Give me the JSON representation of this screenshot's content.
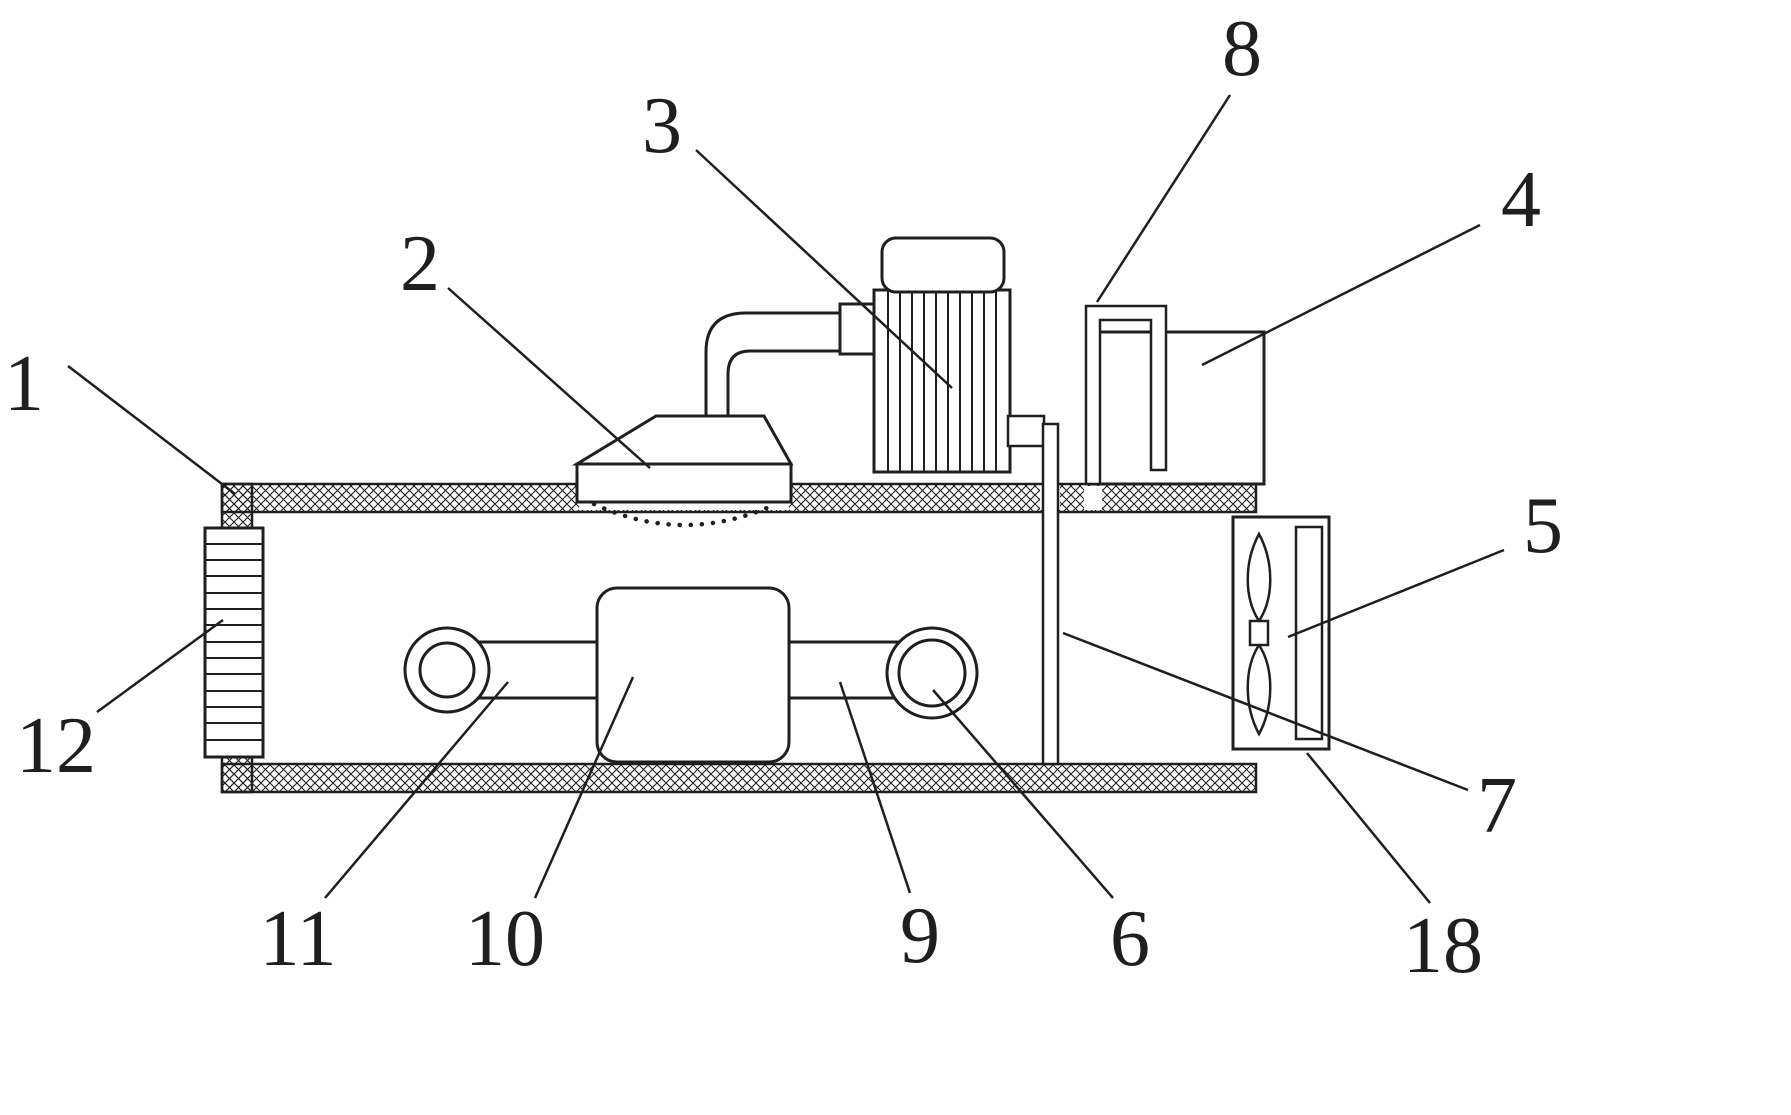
{
  "figure": {
    "background_color": "#ffffff",
    "line_color": "#1f1f1f",
    "kind": "patent-style technical line drawing"
  },
  "labels": {
    "part1": "1",
    "part2": "2",
    "part3": "3",
    "part4": "4",
    "part5": "5",
    "part6": "6",
    "part7": "7",
    "part8": "8",
    "part9": "9",
    "part10": "10",
    "part11": "11",
    "part12": "12",
    "part18": "18"
  }
}
